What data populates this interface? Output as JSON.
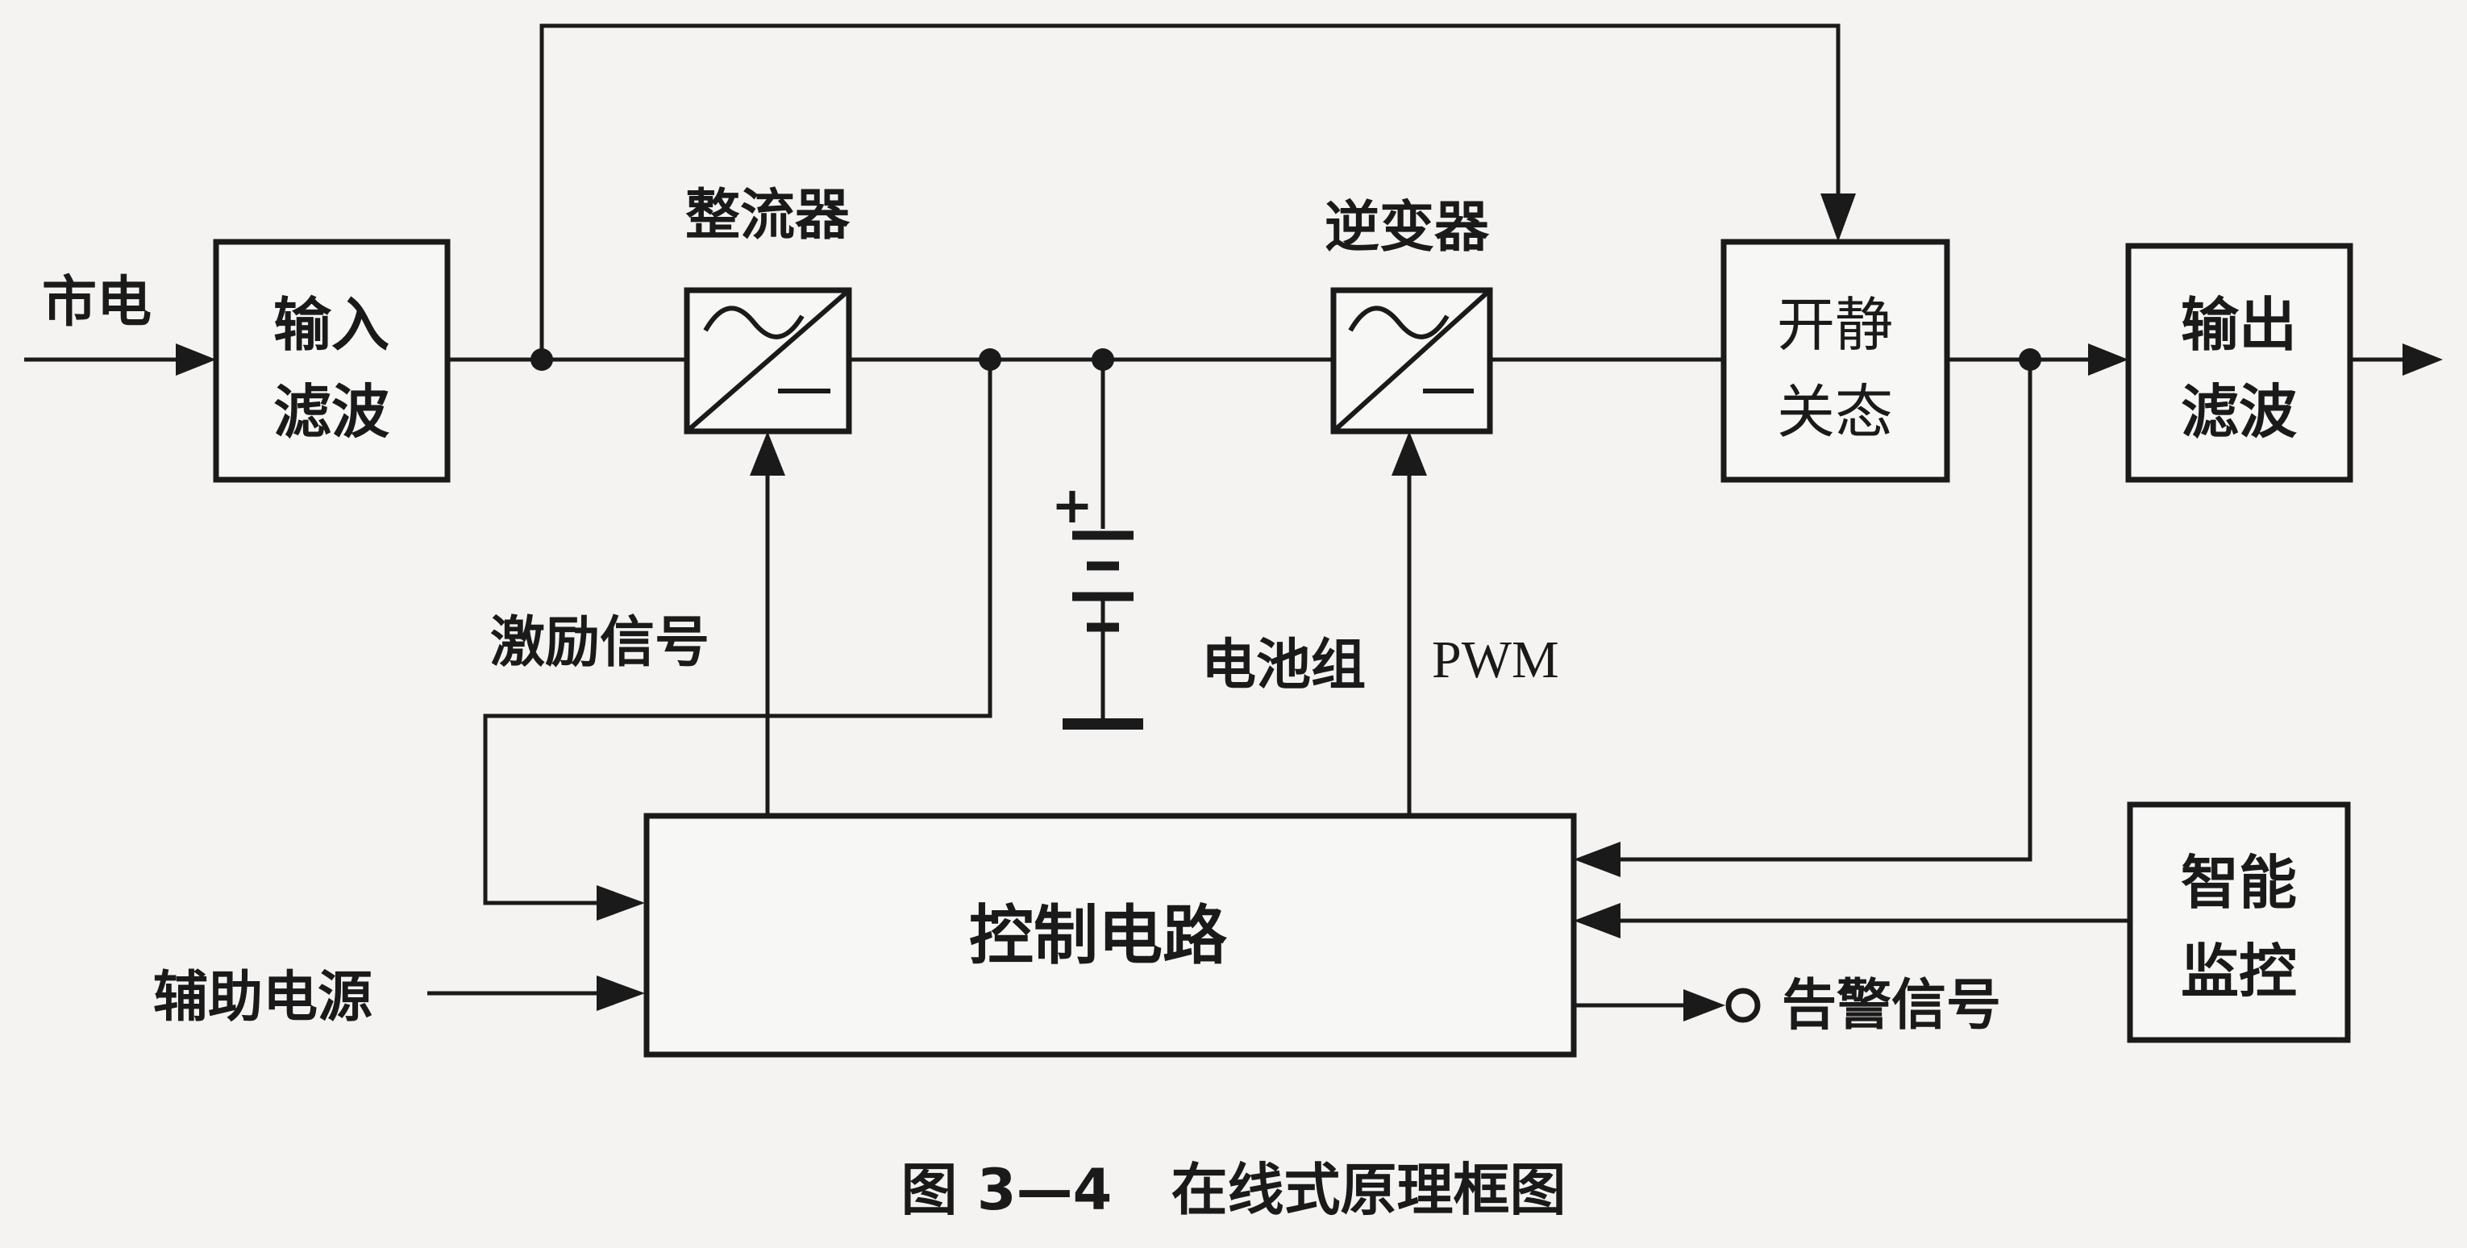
{
  "labels": {
    "mains": "市电",
    "rectifier": "整流器",
    "inverter": "逆变器",
    "excitation_signal": "激励信号",
    "battery": "电池组",
    "pwm": "PWM",
    "aux_power": "辅助电源",
    "alarm_signal": "告警信号"
  },
  "blocks": {
    "input_filter": [
      "输入",
      "滤波"
    ],
    "static_switch": [
      "开静",
      "关态"
    ],
    "output_filter": [
      "输出",
      "滤波"
    ],
    "smart_monitor": [
      "智能",
      "监控"
    ],
    "control_circuit": "控制电路"
  },
  "converter_symbols": {
    "ac": "~",
    "dc": "—"
  },
  "battery_symbol": {
    "plus": "+"
  },
  "caption": "图 3—4   在线式原理框图"
}
